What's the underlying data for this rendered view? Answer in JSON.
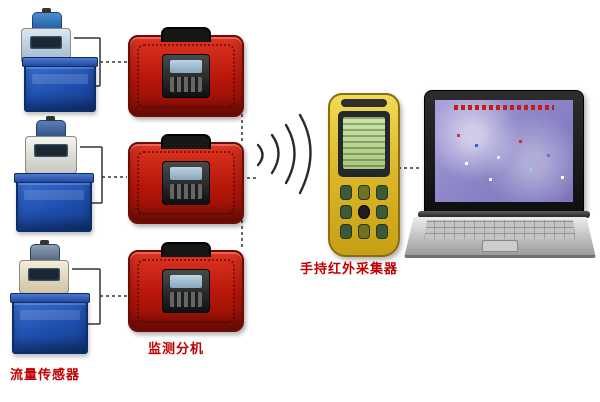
{
  "labels": {
    "flow_sensor": "流量传感器",
    "monitor_unit": "监测分机",
    "handheld_collector": "手持红外采集器"
  },
  "colors": {
    "label_red": "#c00000",
    "case_red": "#b6160a",
    "tank_blue": "#1e4fae",
    "handheld_yellow": "#dcb92a",
    "lcd_green": "#b7d48e",
    "laptop_screen_purple": "#8d86c8"
  },
  "nodes": [
    {
      "id": "flow-sensor-1",
      "type": "flow-sensor"
    },
    {
      "id": "flow-sensor-2",
      "type": "flow-sensor"
    },
    {
      "id": "flow-sensor-3",
      "type": "flow-sensor"
    },
    {
      "id": "monitor-unit-1",
      "type": "monitor-case"
    },
    {
      "id": "monitor-unit-2",
      "type": "monitor-case"
    },
    {
      "id": "monitor-unit-3",
      "type": "monitor-case"
    },
    {
      "id": "handheld-collector",
      "type": "handheld-terminal"
    },
    {
      "id": "laptop",
      "type": "computer"
    }
  ],
  "connections": [
    {
      "from": "flow-sensor-1",
      "to": "monitor-unit-1",
      "style": "wired"
    },
    {
      "from": "flow-sensor-2",
      "to": "monitor-unit-2",
      "style": "wired"
    },
    {
      "from": "flow-sensor-3",
      "to": "monitor-unit-3",
      "style": "wired"
    },
    {
      "from": "monitor-unit-1",
      "to": "monitor-unit-2",
      "style": "dotted"
    },
    {
      "from": "monitor-unit-2",
      "to": "monitor-unit-3",
      "style": "dotted"
    },
    {
      "from": "monitor-units",
      "to": "handheld-collector",
      "style": "wireless-infrared"
    },
    {
      "from": "handheld-collector",
      "to": "laptop",
      "style": "dotted"
    }
  ]
}
